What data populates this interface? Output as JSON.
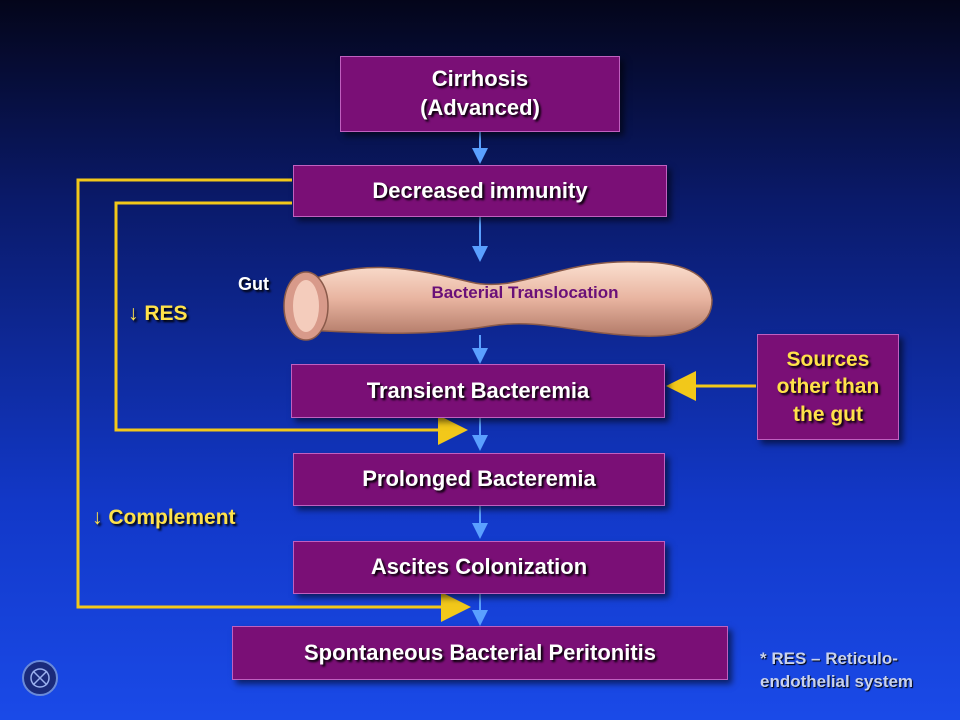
{
  "nodes": {
    "cirrhosis": "Cirrhosis\n(Advanced)",
    "decreased_immunity": "Decreased immunity",
    "bacterial_translocation": "Bacterial Translocation",
    "transient_bacteremia": "Transient Bacteremia",
    "prolonged_bacteremia": "Prolonged Bacteremia",
    "ascites_colonization": "Ascites Colonization",
    "sbp": "Spontaneous Bacterial Peritonitis",
    "sources": "Sources\nother than\nthe gut"
  },
  "labels": {
    "gut": "Gut",
    "res": "↓ RES",
    "complement": "↓ Complement"
  },
  "footnote": "* RES – Reticulo-\nendothelial system",
  "colors": {
    "box": "#7a0f76",
    "arrow_yellow": "#f2c81a",
    "label_yellow": "#ffe24a"
  }
}
